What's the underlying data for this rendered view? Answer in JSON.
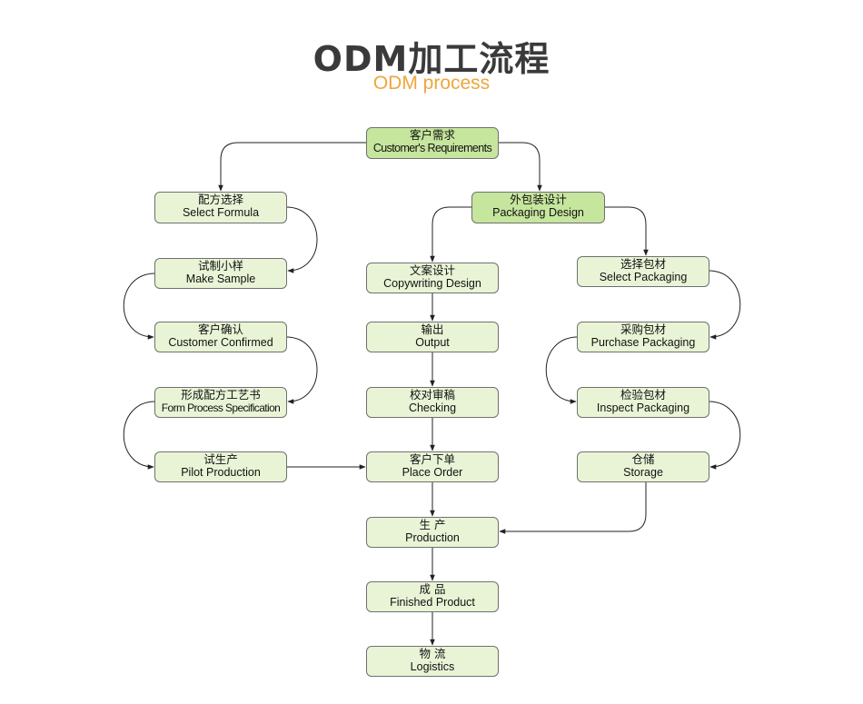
{
  "header": {
    "title": "ODM加工流程",
    "subtitle": "ODM process"
  },
  "nodes": {
    "requirements": {
      "cn": "客户需求",
      "en": "Customer's Requirements"
    },
    "select_formula": {
      "cn": "配方选择",
      "en": "Select Formula"
    },
    "make_sample": {
      "cn": "试制小样",
      "en": "Make Sample"
    },
    "customer_confirmed": {
      "cn": "客户确认",
      "en": "Customer Confirmed"
    },
    "form_spec": {
      "cn": "形成配方工艺书",
      "en": "Form Process Specification"
    },
    "pilot_production": {
      "cn": "试生产",
      "en": "Pilot Production"
    },
    "packaging_design": {
      "cn": "外包装设计",
      "en": "Packaging Design"
    },
    "copywriting": {
      "cn": "文案设计",
      "en": "Copywriting Design"
    },
    "output": {
      "cn": "输出",
      "en": "Output"
    },
    "checking": {
      "cn": "校对审稿",
      "en": "Checking"
    },
    "place_order": {
      "cn": "客户下单",
      "en": "Place Order"
    },
    "production": {
      "cn": "生 产",
      "en": "Production"
    },
    "finished_product": {
      "cn": "成 品",
      "en": "Finished Product"
    },
    "logistics": {
      "cn": "物 流",
      "en": "Logistics"
    },
    "select_packaging": {
      "cn": "选择包材",
      "en": "Select Packaging"
    },
    "purchase_packaging": {
      "cn": "采购包材",
      "en": "Purchase Packaging"
    },
    "inspect_packaging": {
      "cn": "检验包材",
      "en": "Inspect Packaging"
    },
    "storage": {
      "cn": "仓储",
      "en": "Storage"
    }
  },
  "colors": {
    "node_fill": "#e9f4d6",
    "node_fill_highlight": "#c6e59d",
    "title": "#3a3a3a",
    "subtitle": "#f0a63c",
    "line": "#222222"
  }
}
